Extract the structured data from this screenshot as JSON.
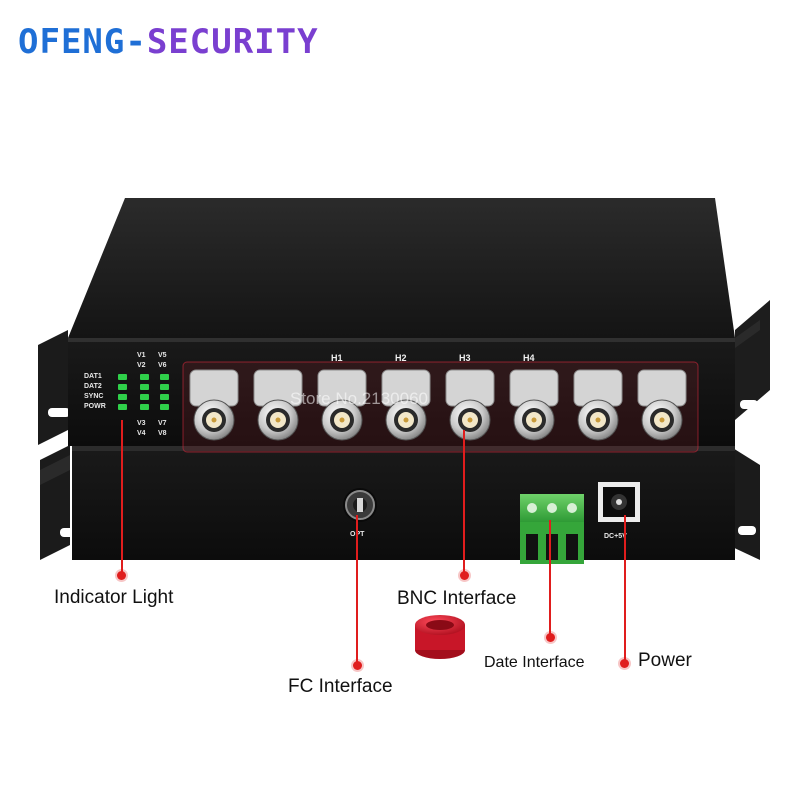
{
  "brand": {
    "part1": "OFENG-",
    "part2": "SECURITY",
    "color1": "#1f6fd6",
    "color2": "#7a3fd0"
  },
  "device": {
    "indicator_labels": [
      "DAT1",
      "DAT2",
      "SYNC",
      "POWR"
    ],
    "video_labels_top": [
      "V1",
      "V2",
      "V5",
      "V6"
    ],
    "video_labels_bottom": [
      "V3",
      "V4",
      "V7",
      "V8"
    ],
    "channel_labels": [
      "H1",
      "H2",
      "H3",
      "H4"
    ],
    "watermark": "Store No.2130060",
    "opt_label": "OPT",
    "dc_label": "DC+5V",
    "bnc_count": 8,
    "led_color": "#2fd04a"
  },
  "callouts": {
    "indicator_light": "Indicator Light",
    "bnc_interface": "BNC Interface",
    "fc_interface": "FC Interface",
    "date_interface": "Date Interface",
    "power": "Power",
    "accent_color": "#e01d1d"
  }
}
